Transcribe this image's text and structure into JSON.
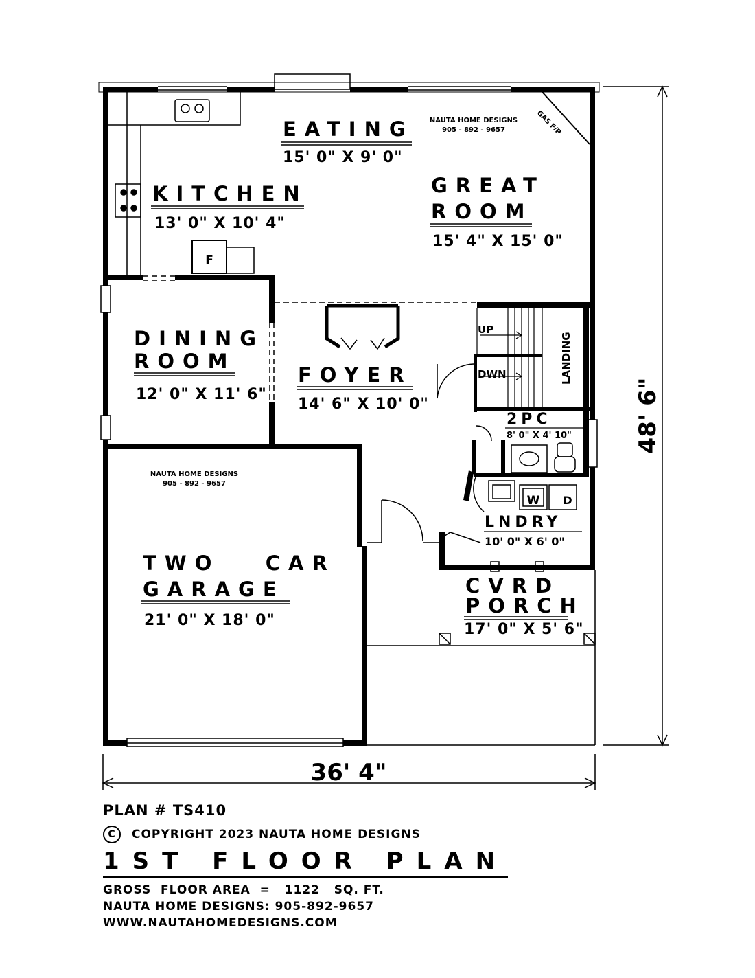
{
  "company_watermark": {
    "name": "NAUTA HOME DESIGNS",
    "phone": "905 - 892 - 9657"
  },
  "rooms": {
    "eating": {
      "name": "EATING",
      "dims": "15' 0\" X 9' 0\""
    },
    "great_room": {
      "name_line1": "GREAT",
      "name_line2": "ROOM",
      "dims": "15' 4\" X 15' 0\""
    },
    "kitchen": {
      "name": "KITCHEN",
      "dims": "13' 0\" X 10' 4\""
    },
    "dining": {
      "name_line1": "DINING",
      "name_line2": "ROOM",
      "dims": "12' 0\" X 11' 6\""
    },
    "foyer": {
      "name": "FOYER",
      "dims": "14' 6\" X 10' 0\""
    },
    "powder": {
      "name": "2PC",
      "dims": "8' 0\" X 4' 10\""
    },
    "laundry": {
      "name": "LNDRY",
      "dims": "10' 0\" X 6' 0\""
    },
    "garage": {
      "name_line1": "TWO   CAR",
      "name_line2": "GARAGE",
      "dims": "21' 0\" X 18' 0\""
    },
    "porch": {
      "name_line1": "CVRD",
      "name_line2": "PORCH",
      "dims": "17' 0\" X 5' 6\""
    }
  },
  "fixtures": {
    "fridge": "F",
    "washer": "W",
    "dryer": "D",
    "stair_up": "UP",
    "stair_down": "DWN",
    "landing": "LANDING",
    "fireplace": "GAS F/P"
  },
  "dimensions": {
    "width": "36' 4\"",
    "depth": "48' 6\""
  },
  "footer": {
    "plan_number": "PLAN # TS410",
    "copyright_symbol": "C",
    "copyright": "COPYRIGHT 2023 NAUTA HOME DESIGNS",
    "title": "1ST FLOOR PLAN",
    "gross_area": "GROSS  FLOOR AREA  =   1122   SQ. FT.",
    "phone_line": "NAUTA HOME DESIGNS:  905-892-9657",
    "website": "WWW.NAUTAHOMEDESIGNS.COM"
  }
}
